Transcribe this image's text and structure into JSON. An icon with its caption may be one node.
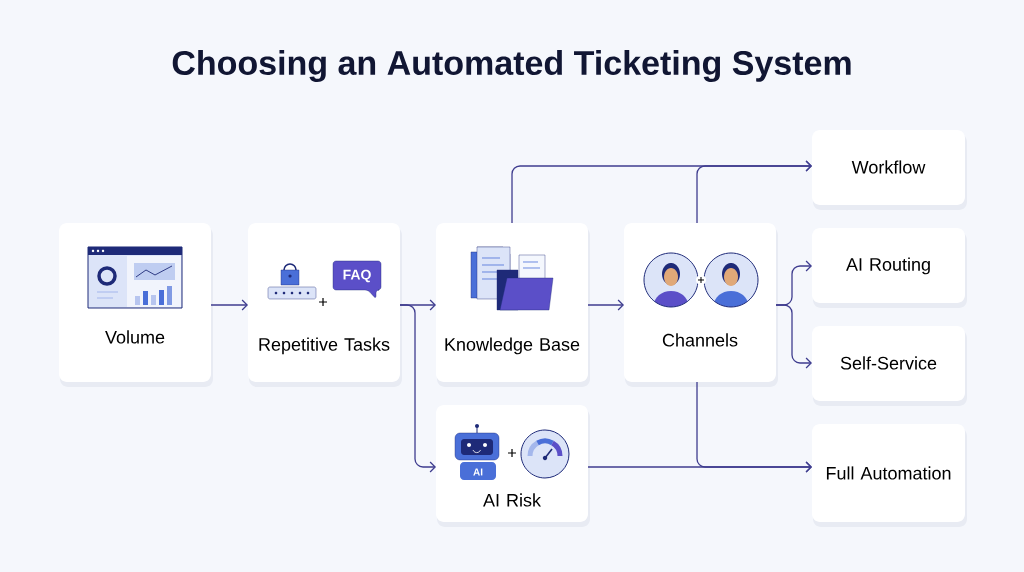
{
  "diagram": {
    "title": "Choosing an Automated Ticketing System",
    "nodes": [
      {
        "text": [
          "Volume"
        ]
      },
      {
        "text": [
          "Repetitive Tasks"
        ]
      },
      {
        "text": [
          "Knowledge Base"
        ]
      },
      {
        "text": [
          "AI Risk"
        ]
      },
      {
        "text": [
          "Channels"
        ]
      },
      {
        "text": [
          "Workflow"
        ]
      },
      {
        "text": [
          "AI Routing"
        ]
      },
      {
        "text": [
          "Self-Service"
        ]
      },
      {
        "text": [
          "Full Automation"
        ]
      }
    ],
    "edges": [
      {
        "from": 0,
        "to": 1,
        "arrow": "to"
      },
      {
        "from": 1,
        "to": 2,
        "arrow": "to"
      },
      {
        "from": 1,
        "to": 3,
        "arrow": "to"
      },
      {
        "from": 2,
        "to": 4,
        "arrow": "to"
      },
      {
        "from": 2,
        "to": 5,
        "arrow": "to"
      },
      {
        "from": 4,
        "to": 5,
        "arrow": "to"
      },
      {
        "from": 4,
        "to": 6,
        "arrow": "to"
      },
      {
        "from": 4,
        "to": 7,
        "arrow": "to"
      },
      {
        "from": 4,
        "to": 8,
        "arrow": "to"
      },
      {
        "from": 3,
        "to": 8,
        "arrow": "to"
      }
    ],
    "labels": [
      "FAQ",
      "AI"
    ]
  }
}
